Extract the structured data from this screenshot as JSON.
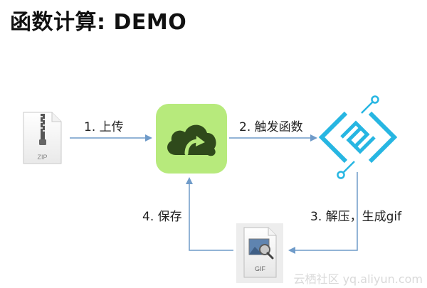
{
  "title": "函数计算: DEMO",
  "steps": {
    "upload": "1. 上传",
    "trigger": "2. 触发函数",
    "unzip": "3. 解压，生成gif",
    "save": "4. 保存"
  },
  "files": {
    "zip_label": "ZIP",
    "gif_label": "GIF"
  },
  "watermark": "云栖社区 yq.aliyun.com",
  "colors": {
    "arrow": "#6f9bc9",
    "storage_bg": "#b7ea7c",
    "storage_cloud": "#2f4a1b",
    "function_accent": "#27b6e2"
  }
}
